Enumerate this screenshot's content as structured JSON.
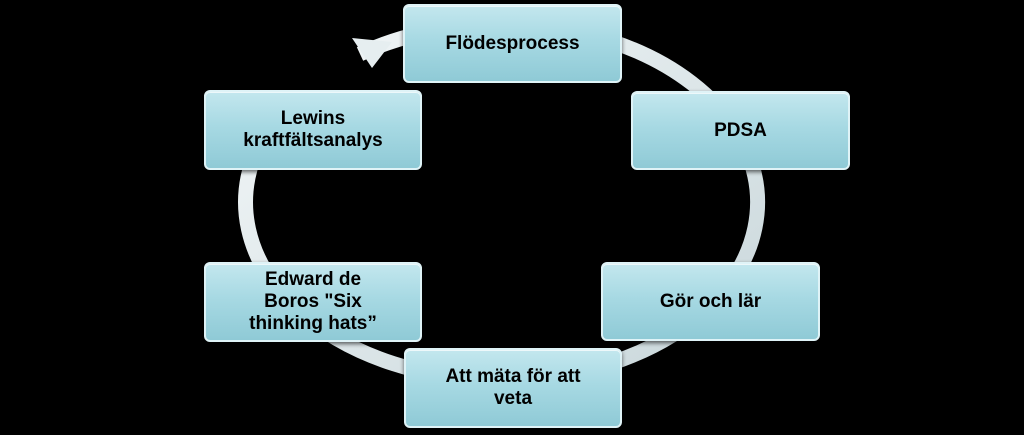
{
  "diagram": {
    "type": "cycle",
    "nodes": [
      {
        "id": "n-flodes",
        "label": "Flödesprocess"
      },
      {
        "id": "n-pdsa",
        "label": "PDSA"
      },
      {
        "id": "n-gor",
        "label": "Gör och lär"
      },
      {
        "id": "n-matt",
        "label": "Att mäta för att\nveta"
      },
      {
        "id": "n-edward",
        "label": "Edward de\nBoros \"Six\nthinking hats”"
      },
      {
        "id": "n-lewins",
        "label": "Lewins\nkraftfältsanalys"
      }
    ],
    "colors": {
      "background": "#000000",
      "node_fill": "#a7d9e3",
      "node_border": "#dff3f7",
      "ring": "#dce6e9",
      "text": "#000000"
    }
  }
}
